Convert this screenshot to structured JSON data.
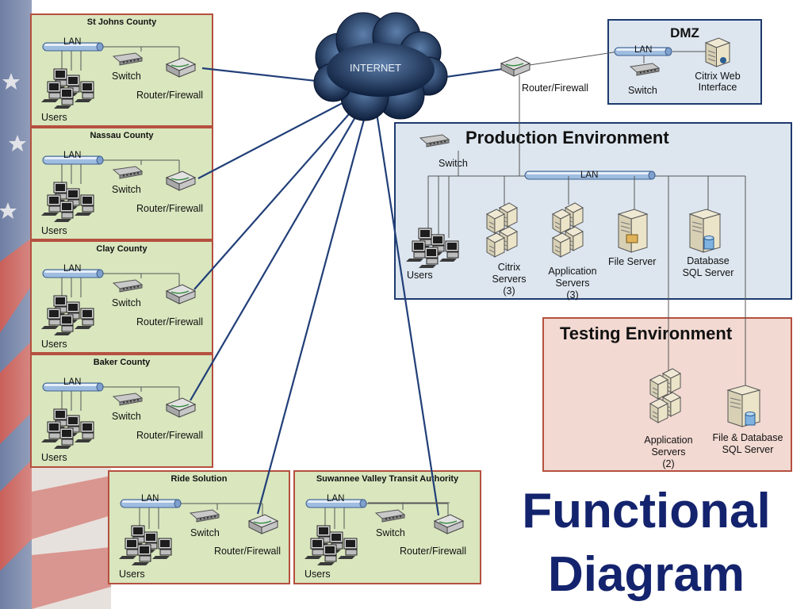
{
  "internet_label": "INTERNET",
  "counties": [
    {
      "name": "St Johns County",
      "lan": "LAN",
      "switch": "Switch",
      "router": "Router/Firewall",
      "users": "Users"
    },
    {
      "name": "Nassau County",
      "lan": "LAN",
      "switch": "Switch",
      "router": "Router/Firewall",
      "users": "Users"
    },
    {
      "name": "Clay County",
      "lan": "LAN",
      "switch": "Switch",
      "router": "Router/Firewall",
      "users": "Users"
    },
    {
      "name": "Baker County",
      "lan": "LAN",
      "switch": "Switch",
      "router": "Router/Firewall",
      "users": "Users"
    }
  ],
  "ride": {
    "name": "Ride Solution",
    "lan": "LAN",
    "switch": "Switch",
    "router": "Router/Firewall",
    "users": "Users"
  },
  "svta": {
    "name": "Suwannee Valley Transit Authority",
    "lan": "LAN",
    "switch": "Switch",
    "router": "Router/Firewall",
    "users": "Users"
  },
  "main_router": "Router/Firewall",
  "dmz": {
    "title": "DMZ",
    "lan": "LAN",
    "switch": "Switch",
    "citrix_web": [
      "Citrix Web",
      "Interface"
    ]
  },
  "production": {
    "title": "Production Environment",
    "switch": "Switch",
    "lan": "LAN",
    "users": "Users",
    "citrix": [
      "Citrix",
      "Servers",
      "(3)"
    ],
    "app": [
      "Application",
      "Servers",
      "(3)"
    ],
    "file": "File Server",
    "db": [
      "Database",
      "SQL Server"
    ]
  },
  "testing": {
    "title": "Testing Environment",
    "app": [
      "Application",
      "Servers",
      "(2)"
    ],
    "filedb": [
      "File & Database",
      "SQL Server"
    ]
  },
  "title": [
    "Functional",
    "Diagram"
  ]
}
